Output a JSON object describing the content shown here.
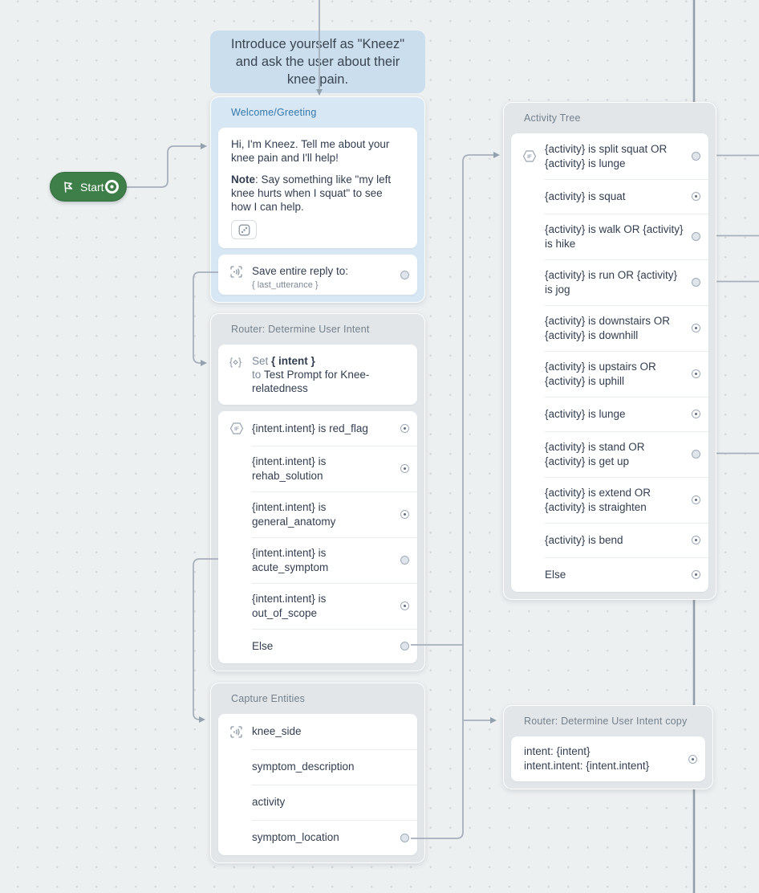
{
  "colors": {
    "start_green": "#3e7e48",
    "blue_header": "#3578ab",
    "gray_header": "#73818d",
    "connector": "#a6b0bc",
    "canvas": "#edf0f1"
  },
  "start": {
    "label": "Start"
  },
  "note": {
    "text": "Introduce yourself as \"Kneez\" and ask the user about their knee pain."
  },
  "welcome": {
    "title": "Welcome/Greeting",
    "message": {
      "greeting": "Hi, I'm Kneez. Tell me about your knee pain and I'll help!",
      "note_label": "Note",
      "note_rest": ": Say something like \"my left knee hurts when I squat\" to see how I can help."
    },
    "save": {
      "label": "Save entire reply to:",
      "variable": "{ last_utterance }"
    }
  },
  "router": {
    "title": "Router: Determine User Intent",
    "set": {
      "set_label": "Set",
      "variable": "{ intent }",
      "to_label": "to",
      "value": "Test Prompt for Knee-relatedness"
    },
    "conditions": [
      {
        "text": "{intent.intent} is red_flag",
        "port": "dot",
        "icon": "if"
      },
      {
        "text": "{intent.intent} is rehab_solution",
        "port": "dot",
        "icon": ""
      },
      {
        "text": "{intent.intent} is general_anatomy",
        "port": "dot",
        "icon": ""
      },
      {
        "text": "{intent.intent} is acute_symptom",
        "port": "filled",
        "icon": ""
      },
      {
        "text": "{intent.intent} is out_of_scope",
        "port": "dot",
        "icon": ""
      },
      {
        "text": "Else",
        "port": "filled",
        "icon": ""
      }
    ]
  },
  "capture": {
    "title": "Capture Entities",
    "entities": [
      {
        "text": "knee_side",
        "port": "none",
        "icon": "capture"
      },
      {
        "text": "symptom_description",
        "port": "none",
        "icon": ""
      },
      {
        "text": "activity",
        "port": "none",
        "icon": ""
      },
      {
        "text": "symptom_location",
        "port": "filled",
        "icon": ""
      }
    ]
  },
  "activity": {
    "title": "Activity Tree",
    "conditions": [
      {
        "text": "{activity} is split squat OR {activity} is lunge",
        "port": "filled",
        "icon": "if"
      },
      {
        "text": "{activity} is squat",
        "port": "dot",
        "icon": ""
      },
      {
        "text": "{activity} is walk OR {activity} is hike",
        "port": "filled",
        "icon": ""
      },
      {
        "text": "{activity} is run OR {activity} is jog",
        "port": "filled",
        "icon": ""
      },
      {
        "text": "{activity} is downstairs OR {activity} is downhill",
        "port": "dot",
        "icon": ""
      },
      {
        "text": "{activity} is upstairs OR {activity} is uphill",
        "port": "dot",
        "icon": ""
      },
      {
        "text": "{activity} is lunge",
        "port": "dot",
        "icon": ""
      },
      {
        "text": "{activity} is stand OR {activity} is get up",
        "port": "filled",
        "icon": ""
      },
      {
        "text": "{activity} is extend OR {activity} is straighten",
        "port": "dot",
        "icon": ""
      },
      {
        "text": "{activity} is bend",
        "port": "dot",
        "icon": ""
      },
      {
        "text": "Else",
        "port": "dot",
        "icon": ""
      }
    ]
  },
  "router_copy": {
    "title": "Router: Determine User Intent copy",
    "line1": "intent: {intent}",
    "line2": "intent.intent: {intent.intent}"
  }
}
